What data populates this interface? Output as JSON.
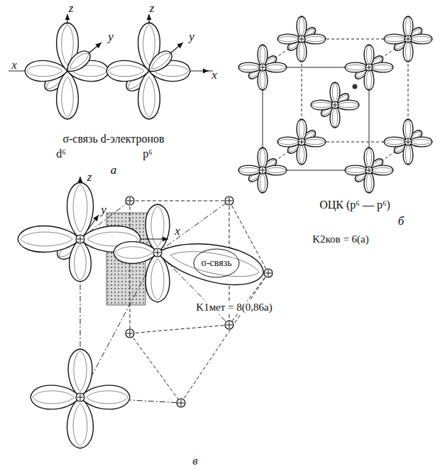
{
  "diagram": {
    "labels": [
      "z",
      "z",
      "x",
      "y",
      "y",
      "x",
      "σ-связь d-электронов",
      "d⁶",
      "p⁶",
      "а",
      "ОЦК (p⁶ — p⁶)",
      "б",
      "z",
      "y",
      "x",
      "σ-связь",
      "K2ков = 6(a)",
      "K1мет = 8(0,86a)",
      "в"
    ]
  }
}
